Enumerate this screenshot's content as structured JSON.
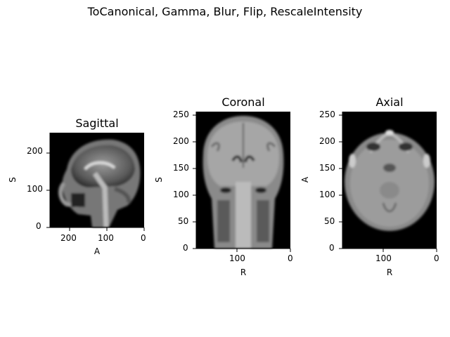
{
  "figure": {
    "title": "ToCanonical, Gamma, Blur, Flip, RescaleIntensity"
  },
  "panels": [
    {
      "title": "Sagittal",
      "xlabel": "A",
      "ylabel": "S",
      "xticks": [
        "200",
        "100",
        "0"
      ],
      "yticks": [
        "0",
        "100",
        "200"
      ]
    },
    {
      "title": "Coronal",
      "xlabel": "R",
      "ylabel": "S",
      "xticks": [
        "100",
        "0"
      ],
      "yticks": [
        "0",
        "50",
        "100",
        "150",
        "200",
        "250"
      ]
    },
    {
      "title": "Axial",
      "xlabel": "R",
      "ylabel": "A",
      "xticks": [
        "100",
        "0"
      ],
      "yticks": [
        "0",
        "50",
        "100",
        "150",
        "200",
        "250"
      ]
    }
  ]
}
